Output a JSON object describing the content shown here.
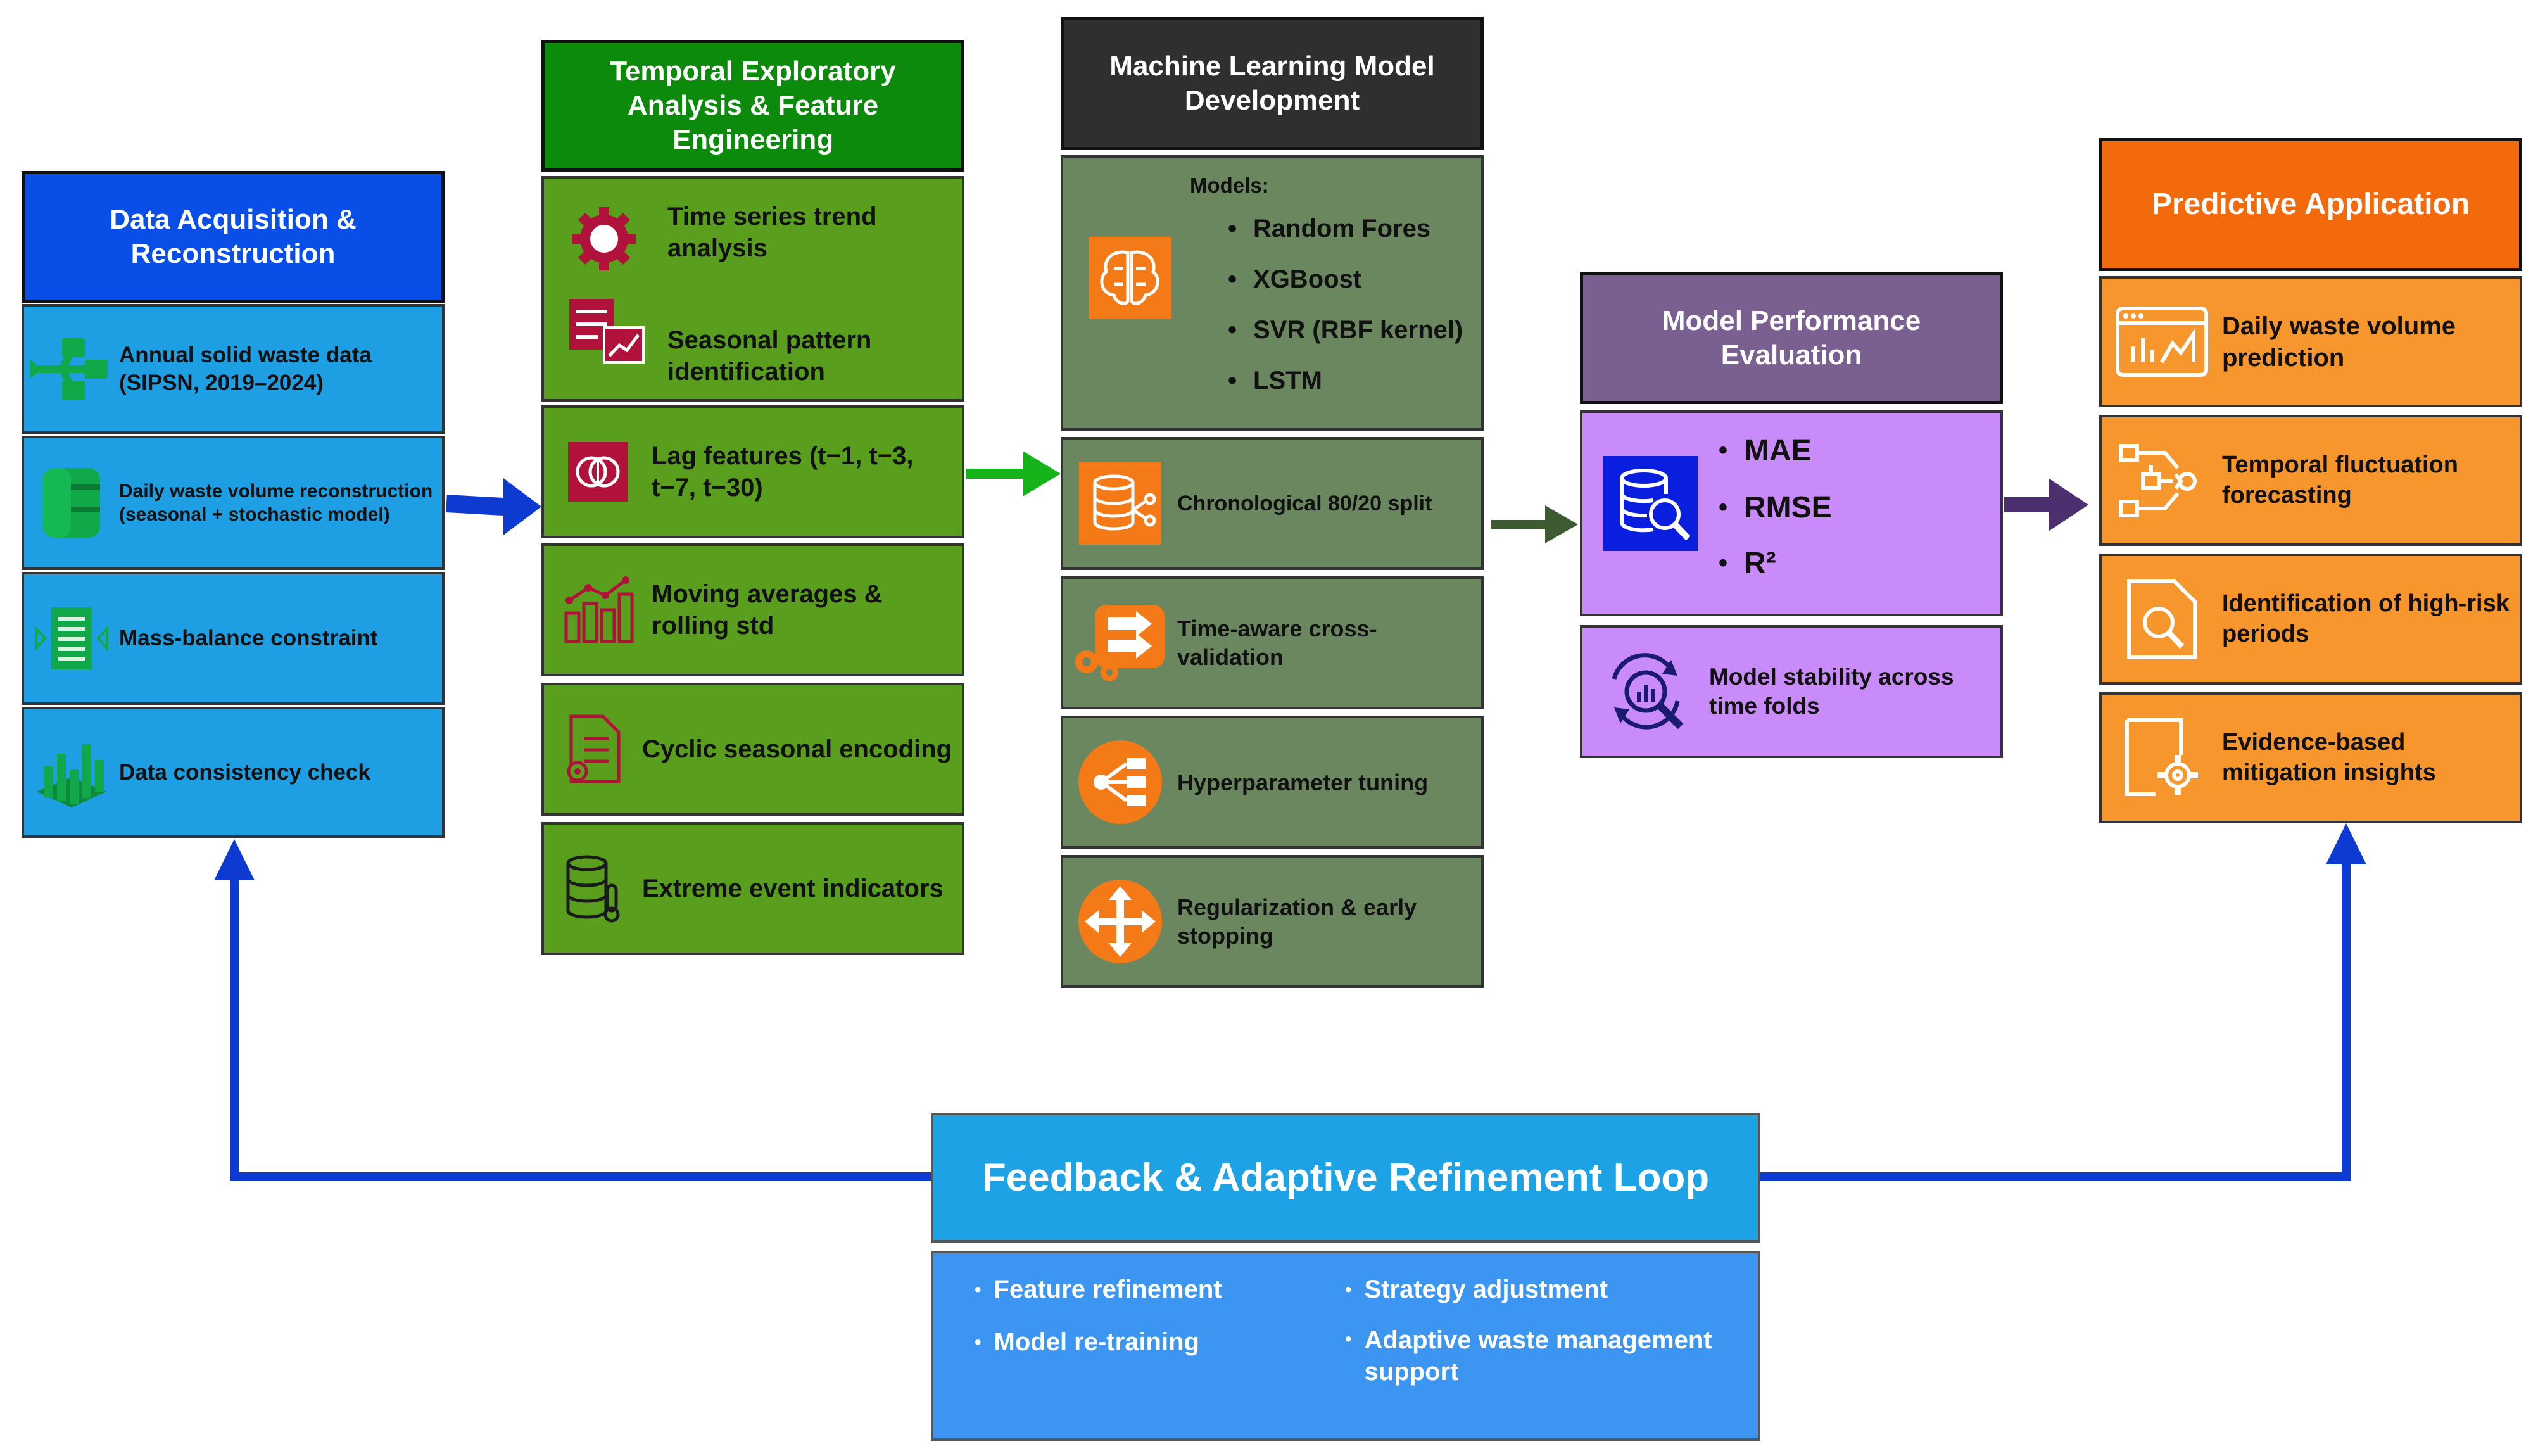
{
  "col1": {
    "title": "Data Acquisition & Reconstruction",
    "items": [
      {
        "icon": "network-flow-icon",
        "label": "Annual solid waste data (SIPSN, 2019–2024)"
      },
      {
        "icon": "database-cylinder-icon",
        "label": "Daily waste volume reconstruction (seasonal + stochastic model)"
      },
      {
        "icon": "document-list-icon",
        "label": "Mass-balance constraint"
      },
      {
        "icon": "bar-chart-icon",
        "label": "Data consistency check"
      }
    ]
  },
  "col2": {
    "title": "Temporal Exploratory Analysis & Feature Engineering",
    "items": [
      {
        "icon": "gear-icon",
        "label": "Time series trend analysis"
      },
      {
        "icon": "checklist-chart-icon",
        "label": "Seasonal pattern identification"
      },
      {
        "icon": "brain-chip-icon",
        "label": "Lag features (t−1, t−3, t−7, t−30)"
      },
      {
        "icon": "bar-trend-icon",
        "label": "Moving averages & rolling std"
      },
      {
        "icon": "document-gear-icon",
        "label": "Cyclic seasonal encoding"
      },
      {
        "icon": "database-thermometer-icon",
        "label": "Extreme event indicators"
      }
    ]
  },
  "col3": {
    "title": "Machine Learning Model Development",
    "models_label": "Models:",
    "models": [
      "Random Fores",
      "XGBoost",
      "SVR (RBF kernel)",
      "LSTM"
    ],
    "items": [
      {
        "icon": "database-network-icon",
        "label": "Chronological 80/20 split"
      },
      {
        "icon": "arrows-gears-icon",
        "label": "Time-aware cross-validation"
      },
      {
        "icon": "share-nodes-icon",
        "label": "Hyperparameter tuning"
      },
      {
        "icon": "four-arrows-icon",
        "label": "Regularization & early stopping"
      }
    ]
  },
  "col4": {
    "title": "Model Performance Evaluation",
    "metrics": [
      "MAE",
      "RMSE",
      "R²"
    ],
    "stability": "Model stability across time folds"
  },
  "col5": {
    "title": "Predictive Application",
    "items": [
      {
        "icon": "dashboard-chart-icon",
        "label": "Daily waste volume prediction"
      },
      {
        "icon": "flow-chart-icon",
        "label": "Temporal fluctuation forecasting"
      },
      {
        "icon": "magnifier-icon",
        "label": "Identification of high-risk periods"
      },
      {
        "icon": "document-gear-icon",
        "label": "Evidence-based mitigation insights"
      }
    ]
  },
  "feedback": {
    "title": "Feedback & Adaptive Refinement Loop",
    "left": [
      "Feature refinement",
      "Model re-training"
    ],
    "right": [
      "Strategy adjustment",
      "Adaptive waste management support"
    ]
  },
  "colors": {
    "blue_header": "#0a4ee8",
    "blue_item": "#1f9fe3",
    "green_header": "#0b8a0b",
    "green_item": "#5a9e1d",
    "dark_header": "#2f2f2f",
    "olive_item": "#6b8760",
    "purple_header": "#7a5f91",
    "purple_item": "#c98bfa",
    "orange_header": "#f36a0c",
    "orange_item": "#f7962c",
    "feedback_header": "#1ea2e6",
    "feedback_body": "#3d95f2",
    "arrow_blue": "#0d3ad1",
    "arrow_green": "#15b21a",
    "arrow_darkgreen": "#3e5a33",
    "arrow_purple": "#4c2f6e"
  }
}
